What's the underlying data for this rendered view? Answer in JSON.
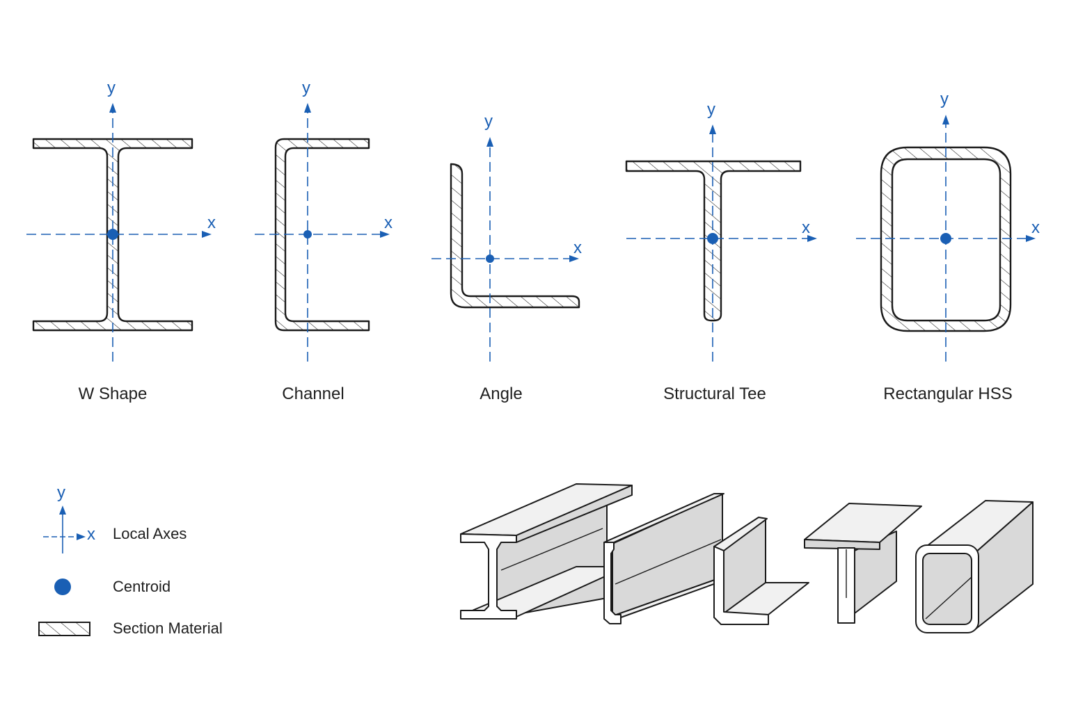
{
  "sections": [
    {
      "id": "w-shape",
      "caption": "W Shape",
      "y_label": "y",
      "x_label": "x"
    },
    {
      "id": "channel",
      "caption": "Channel",
      "y_label": "y",
      "x_label": "x"
    },
    {
      "id": "angle",
      "caption": "Angle",
      "y_label": "y",
      "x_label": "x"
    },
    {
      "id": "structural-tee",
      "caption": "Structural Tee",
      "y_label": "y",
      "x_label": "x"
    },
    {
      "id": "rectangular-hss",
      "caption": "Rectangular HSS",
      "y_label": "y",
      "x_label": "x"
    }
  ],
  "legend": {
    "axes_label": "Local Axes",
    "axes_y": "y",
    "axes_x": "x",
    "centroid_label": "Centroid",
    "material_label": "Section Material"
  },
  "colors": {
    "axis": "#1a5fb4",
    "outline": "#1a1a1a",
    "shade": "#d9d9d9"
  }
}
